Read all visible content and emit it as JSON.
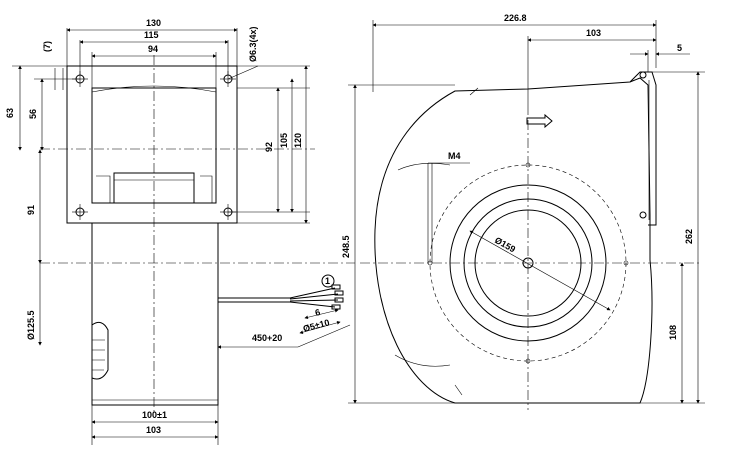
{
  "dims": {
    "d130": "130",
    "d115": "115",
    "d94": "94",
    "d7": "(7)",
    "d63": "63",
    "d56": "56",
    "d91": "91",
    "d92": "92",
    "d105": "105",
    "d120": "120",
    "d_hole": "Ø6.3(4x)",
    "d_125": "Ø125.5",
    "d100": "100±1",
    "d103b": "103",
    "d226": "226.8",
    "d103t": "103",
    "d5": "5",
    "dM4": "M4",
    "d159": "Ø159",
    "d248": "248.5",
    "d262": "262",
    "d108": "108",
    "d450": "450+20",
    "d6": "6",
    "d5wire": "Ø5±10",
    "callout": "1"
  }
}
